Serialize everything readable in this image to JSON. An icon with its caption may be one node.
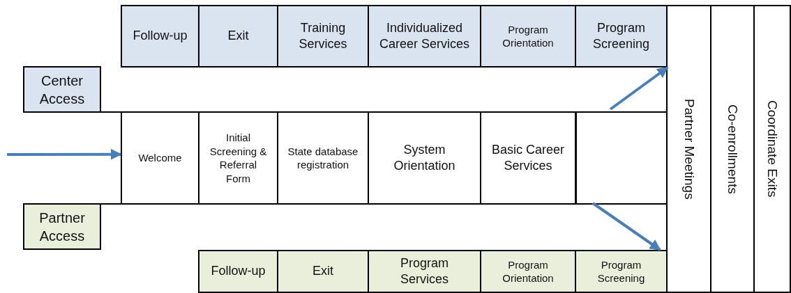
{
  "diagram": {
    "nodes": [
      {
        "text": [
          "Follow-up"
        ]
      },
      {
        "text": [
          "Exit"
        ]
      },
      {
        "text": [
          "Training Services"
        ]
      },
      {
        "text": [
          "Individualized Career Services"
        ]
      },
      {
        "text": [
          "Program Orientation"
        ]
      },
      {
        "text": [
          "Program Screening"
        ]
      },
      {
        "text": [
          "Partner Meetings"
        ]
      },
      {
        "text": [
          "Co-enrollments"
        ]
      },
      {
        "text": [
          "Coordinate Exits"
        ]
      },
      {
        "text": [
          "Center Access"
        ]
      },
      {
        "text": [
          "Welcome"
        ]
      },
      {
        "text": [
          "Initial Screening & Referral Form"
        ]
      },
      {
        "text": [
          "State database registration"
        ]
      },
      {
        "text": [
          "System Orientation"
        ]
      },
      {
        "text": [
          "Basic Career Services"
        ]
      },
      {
        "text": [
          "Partner Access"
        ]
      },
      {
        "text": [
          "Follow-up"
        ]
      },
      {
        "text": [
          "Exit"
        ]
      },
      {
        "text": [
          "Program Services"
        ]
      },
      {
        "text": [
          "Program Orientation"
        ]
      },
      {
        "text": [
          "Program Screening"
        ]
      }
    ],
    "edges": [
      {
        "from": null,
        "to": 10,
        "arrow": "to"
      },
      {
        "from": null,
        "to": 5,
        "arrow": "to"
      },
      {
        "from": null,
        "to": 20,
        "arrow": "to"
      }
    ]
  }
}
